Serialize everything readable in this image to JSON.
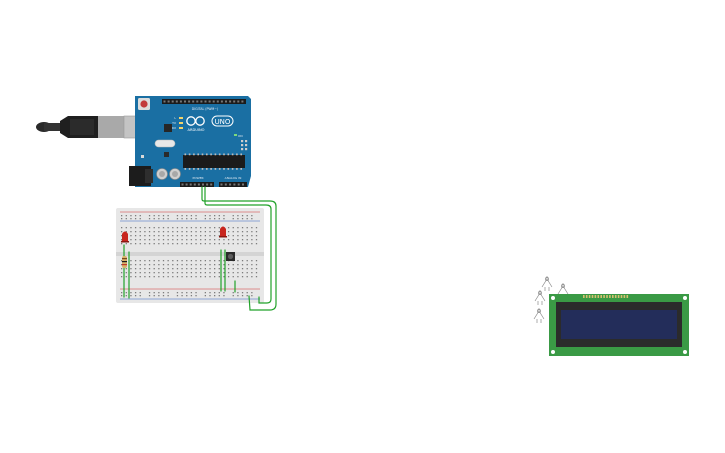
{
  "arduino": {
    "brand_label": "ARDUINO",
    "model_label": "UNO",
    "digital_label": "DIGITAL (PWM~)",
    "power_label": "POWER",
    "analog_label": "ANALOG IN",
    "led_labels": [
      "L",
      "TX",
      "RX"
    ],
    "on_label": "ON",
    "board_color": "#1a6fa3",
    "header_color": "#1b1b1b"
  },
  "breadboard": {
    "body_color": "#e7e7e7",
    "hole_color": "#7d7d7d",
    "rail_red": "#d03030",
    "rail_blue": "#3060c0"
  },
  "components": {
    "led_color": "#c8261e",
    "wire_color": "#22a22a",
    "resistor_color": "#d8b26a",
    "lcd_board_color": "#3a9a45",
    "lcd_screen_color": "#232d5a"
  }
}
